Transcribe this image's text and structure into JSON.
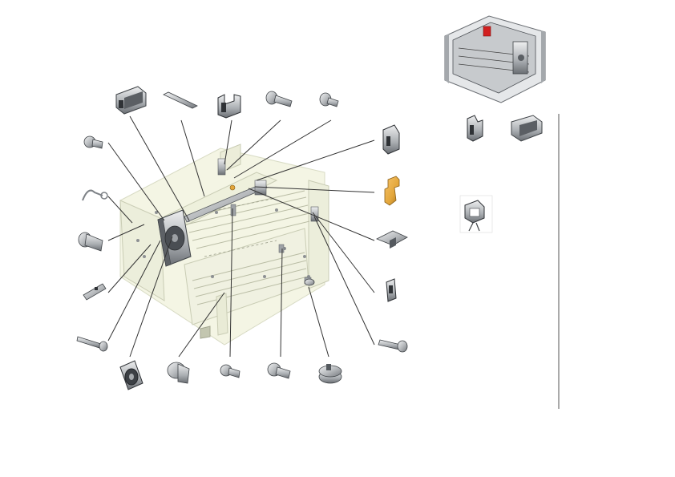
{
  "diagram": {
    "type": "exploded-parts-view",
    "colors": {
      "frame": "#f4f5e4",
      "frame_outline": "#c9ccb4",
      "metal": "#b9bcbf",
      "metal_dark": "#6f7378",
      "metal_light": "#e6e8ea",
      "highlight_part": "#e3a63b",
      "highlight_part_dark": "#a8741c",
      "leader": "#333333",
      "divider": "#555555",
      "accent_red": "#d22020"
    },
    "parts": [
      {
        "id": "bracket-top-left",
        "icon": "bracket-icon"
      },
      {
        "id": "rod-top",
        "icon": "rod-icon"
      },
      {
        "id": "clip-top",
        "icon": "clip-icon"
      },
      {
        "id": "screw-top-1",
        "icon": "screw-icon"
      },
      {
        "id": "screw-top-2",
        "icon": "screw-icon"
      },
      {
        "id": "screw-left-1",
        "icon": "screw-icon"
      },
      {
        "id": "spring-left",
        "icon": "spring-icon"
      },
      {
        "id": "pin-left",
        "icon": "pin-icon"
      },
      {
        "id": "plate-left",
        "icon": "plate-icon"
      },
      {
        "id": "long-screw-left",
        "icon": "long-screw-icon"
      },
      {
        "id": "fan",
        "icon": "fan-icon"
      },
      {
        "id": "knob-bottom",
        "icon": "knob-icon"
      },
      {
        "id": "screw-bottom-1",
        "icon": "screw-icon"
      },
      {
        "id": "screw-bottom-2",
        "icon": "screw-icon"
      },
      {
        "id": "gear-bottom",
        "icon": "gear-icon"
      },
      {
        "id": "clip-right",
        "icon": "clip-icon"
      },
      {
        "id": "orange-block",
        "icon": "block-icon"
      },
      {
        "id": "bracket-right",
        "icon": "bracket-icon"
      },
      {
        "id": "switch-right",
        "icon": "switch-icon"
      },
      {
        "id": "long-screw-right",
        "icon": "long-screw-icon"
      },
      {
        "id": "inset-assembly",
        "icon": "assembly-icon"
      },
      {
        "id": "inset-clip",
        "icon": "clip-icon"
      },
      {
        "id": "inset-bracket",
        "icon": "bracket-icon"
      },
      {
        "id": "inset-holder",
        "icon": "holder-icon"
      }
    ]
  }
}
